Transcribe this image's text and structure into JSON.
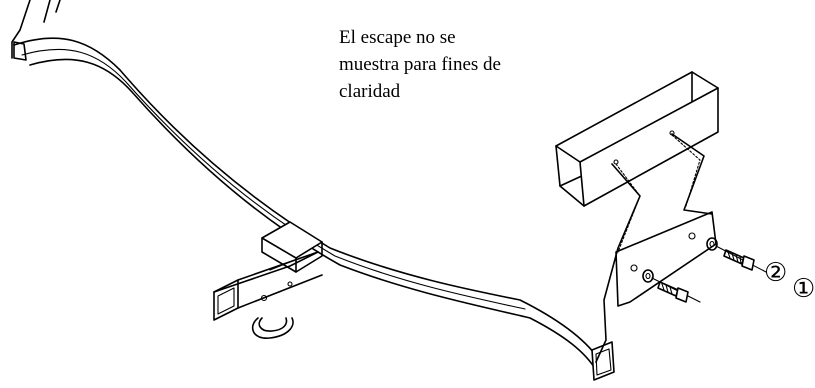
{
  "diagram": {
    "note_line1": "El escape no se",
    "note_line2": "muestra para fines de",
    "note_line3": "claridad",
    "callout_2": "②",
    "callout_1": "①"
  }
}
